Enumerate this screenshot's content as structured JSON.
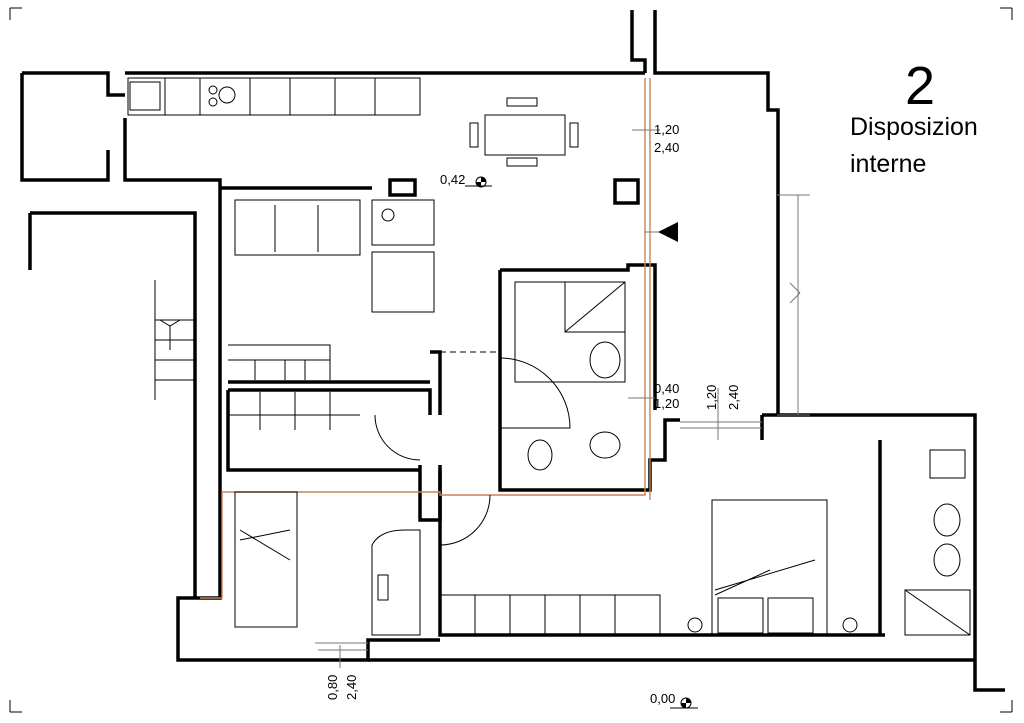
{
  "title": {
    "number": "2",
    "line1": "Disposizion",
    "line2": "interne"
  },
  "dimensions": {
    "window_top_right_width": "1,20",
    "window_top_right_height": "2,40",
    "level_living": "0,42",
    "bath_window_width": "0,40",
    "bath_window_height": "1,20",
    "bedroom_window_width": "1,20",
    "bedroom_window_height": "2,40",
    "bottom_window_width": "0,80",
    "bottom_window_height": "2,40",
    "level_outside": "0,00"
  }
}
